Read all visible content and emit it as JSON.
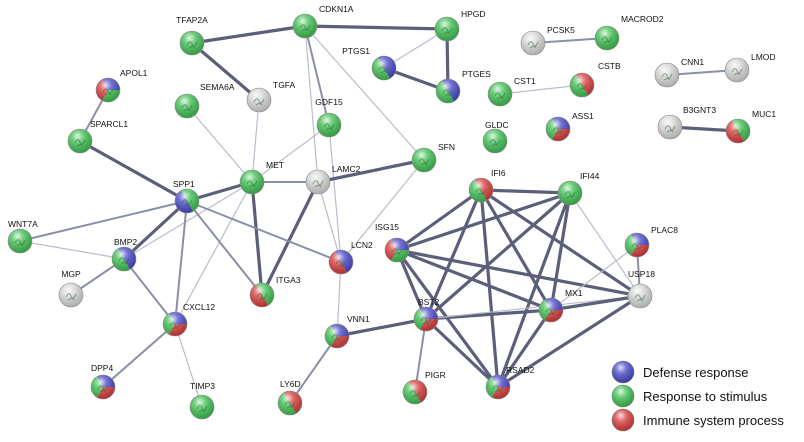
{
  "colors": {
    "defense": "#4848c8",
    "stimulus": "#3fbf52",
    "immune": "#d83c3c",
    "none": "#d6d6d6"
  },
  "nodes": [
    {
      "id": "TFAP2A",
      "label": "TFAP2A",
      "colors": [
        "stimulus"
      ]
    },
    {
      "id": "CDKN1A",
      "label": "CDKN1A",
      "colors": [
        "stimulus"
      ]
    },
    {
      "id": "HPGD",
      "label": "HPGD",
      "colors": [
        "stimulus"
      ]
    },
    {
      "id": "PCSK5",
      "label": "PCSK5",
      "colors": [
        "none"
      ]
    },
    {
      "id": "MACROD2",
      "label": "MACROD2",
      "colors": [
        "stimulus"
      ]
    },
    {
      "id": "CNN1",
      "label": "CNN1",
      "colors": [
        "none"
      ]
    },
    {
      "id": "LMOD",
      "label": "LMOD",
      "colors": [
        "none"
      ]
    },
    {
      "id": "APOL1",
      "label": "APOL1",
      "colors": [
        "defense",
        "stimulus",
        "immune"
      ]
    },
    {
      "id": "TGFA",
      "label": "TGFA",
      "colors": [
        "none"
      ]
    },
    {
      "id": "SEMA6A",
      "label": "SEMA6A",
      "colors": [
        "stimulus"
      ]
    },
    {
      "id": "PTGS1",
      "label": "PTGS1",
      "colors": [
        "defense",
        "stimulus"
      ]
    },
    {
      "id": "PTGES",
      "label": "PTGES",
      "colors": [
        "defense",
        "stimulus"
      ]
    },
    {
      "id": "CST1",
      "label": "CST1",
      "colors": [
        "stimulus"
      ]
    },
    {
      "id": "CSTB",
      "label": "CSTB",
      "colors": [
        "immune",
        "stimulus"
      ]
    },
    {
      "id": "B3GNT3",
      "label": "B3GNT3",
      "colors": [
        "none"
      ]
    },
    {
      "id": "MUC1",
      "label": "MUC1",
      "colors": [
        "stimulus",
        "immune"
      ]
    },
    {
      "id": "SPARCL1",
      "label": "SPARCL1",
      "colors": [
        "stimulus"
      ]
    },
    {
      "id": "GDF15",
      "label": "GDF15",
      "colors": [
        "stimulus"
      ]
    },
    {
      "id": "GLDC",
      "label": "GLDC",
      "colors": [
        "stimulus"
      ]
    },
    {
      "id": "ASS1",
      "label": "ASS1",
      "colors": [
        "defense",
        "immune",
        "stimulus"
      ]
    },
    {
      "id": "SFN",
      "label": "SFN",
      "colors": [
        "stimulus"
      ]
    },
    {
      "id": "LAMC2",
      "label": "LAMC2",
      "colors": [
        "none"
      ]
    },
    {
      "id": "MET",
      "label": "MET",
      "colors": [
        "stimulus"
      ]
    },
    {
      "id": "SPP1",
      "label": "SPP1",
      "colors": [
        "stimulus",
        "defense"
      ]
    },
    {
      "id": "IFI6",
      "label": "IFI6",
      "colors": [
        "immune",
        "stimulus"
      ]
    },
    {
      "id": "IFI44",
      "label": "IFI44",
      "colors": [
        "stimulus"
      ]
    },
    {
      "id": "WNT7A",
      "label": "WNT7A",
      "colors": [
        "stimulus"
      ]
    },
    {
      "id": "BMP2",
      "label": "BMP2",
      "colors": [
        "defense",
        "stimulus"
      ]
    },
    {
      "id": "ISG15",
      "label": "ISG15",
      "colors": [
        "defense",
        "stimulus",
        "immune"
      ]
    },
    {
      "id": "LCN2",
      "label": "LCN2",
      "colors": [
        "defense",
        "immune"
      ]
    },
    {
      "id": "PLAC8",
      "label": "PLAC8",
      "colors": [
        "defense",
        "immune",
        "stimulus"
      ]
    },
    {
      "id": "USP18",
      "label": "USP18",
      "colors": [
        "none"
      ]
    },
    {
      "id": "MGP",
      "label": "MGP",
      "colors": [
        "none"
      ]
    },
    {
      "id": "ITGA3",
      "label": "ITGA3",
      "colors": [
        "stimulus",
        "immune"
      ]
    },
    {
      "id": "BST2",
      "label": "BST2",
      "colors": [
        "defense",
        "immune",
        "stimulus"
      ]
    },
    {
      "id": "MX1",
      "label": "MX1",
      "colors": [
        "defense",
        "immune",
        "stimulus"
      ]
    },
    {
      "id": "CXCL12",
      "label": "CXCL12",
      "colors": [
        "defense",
        "immune",
        "stimulus"
      ]
    },
    {
      "id": "VNN1",
      "label": "VNN1",
      "colors": [
        "defense",
        "immune",
        "stimulus"
      ]
    },
    {
      "id": "DPP4",
      "label": "DPP4",
      "colors": [
        "defense",
        "immune",
        "stimulus"
      ]
    },
    {
      "id": "LY6D",
      "label": "LY6D",
      "colors": [
        "immune",
        "stimulus"
      ]
    },
    {
      "id": "PIGR",
      "label": "PIGR",
      "colors": [
        "immune",
        "stimulus"
      ]
    },
    {
      "id": "RSAD2",
      "label": "RSAD2",
      "colors": [
        "defense",
        "immune",
        "stimulus"
      ]
    },
    {
      "id": "TIMP3",
      "label": "TIMP3",
      "colors": [
        "stimulus"
      ]
    }
  ],
  "edges": [
    [
      "TFAP2A",
      "CDKN1A",
      "strong"
    ],
    [
      "CDKN1A",
      "HPGD",
      "strong"
    ],
    [
      "TFAP2A",
      "TGFA",
      "strong"
    ],
    [
      "CDKN1A",
      "GDF15",
      "medium"
    ],
    [
      "CDKN1A",
      "SFN",
      "light"
    ],
    [
      "CDKN1A",
      "LAMC2",
      "light"
    ],
    [
      "PCSK5",
      "MACROD2",
      "medium"
    ],
    [
      "CNN1",
      "LMOD",
      "medium"
    ],
    [
      "B3GNT3",
      "MUC1",
      "strong"
    ],
    [
      "CST1",
      "CSTB",
      "light"
    ],
    [
      "PTGS1",
      "PTGES",
      "strong"
    ],
    [
      "HPGD",
      "PTGES",
      "strong"
    ],
    [
      "HPGD",
      "PTGS1",
      "light"
    ],
    [
      "APOL1",
      "SPARCL1",
      "medium"
    ],
    [
      "SPARCL1",
      "SPP1",
      "strong"
    ],
    [
      "TGFA",
      "MET",
      "light"
    ],
    [
      "SEMA6A",
      "MET",
      "light"
    ],
    [
      "GDF15",
      "MET",
      "light"
    ],
    [
      "GDF15",
      "LCN2",
      "light"
    ],
    [
      "MET",
      "SPP1",
      "strong"
    ],
    [
      "MET",
      "LAMC2",
      "medium"
    ],
    [
      "MET",
      "ITGA3",
      "strong"
    ],
    [
      "MET",
      "CXCL12",
      "light"
    ],
    [
      "MET",
      "BMP2",
      "light"
    ],
    [
      "LAMC2",
      "SFN",
      "strong"
    ],
    [
      "LAMC2",
      "ITGA3",
      "strong"
    ],
    [
      "LAMC2",
      "LCN2",
      "light"
    ],
    [
      "SFN",
      "LCN2",
      "light"
    ],
    [
      "SPP1",
      "BMP2",
      "strong"
    ],
    [
      "SPP1",
      "CXCL12",
      "medium"
    ],
    [
      "SPP1",
      "ITGA3",
      "medium"
    ],
    [
      "SPP1",
      "LCN2",
      "medium"
    ],
    [
      "SPP1",
      "WNT7A",
      "medium"
    ],
    [
      "BMP2",
      "MGP",
      "medium"
    ],
    [
      "BMP2",
      "WNT7A",
      "light"
    ],
    [
      "BMP2",
      "CXCL12",
      "medium"
    ],
    [
      "CXCL12",
      "DPP4",
      "medium"
    ],
    [
      "CXCL12",
      "TIMP3",
      "light"
    ],
    [
      "LCN2",
      "VNN1",
      "light"
    ],
    [
      "VNN1",
      "LY6D",
      "medium"
    ],
    [
      "VNN1",
      "BST2",
      "strong"
    ],
    [
      "BST2",
      "PIGR",
      "medium"
    ],
    [
      "ISG15",
      "IFI6",
      "strong"
    ],
    [
      "ISG15",
      "IFI44",
      "strong"
    ],
    [
      "ISG15",
      "BST2",
      "strong"
    ],
    [
      "ISG15",
      "MX1",
      "strong"
    ],
    [
      "ISG15",
      "RSAD2",
      "strong"
    ],
    [
      "ISG15",
      "USP18",
      "strong"
    ],
    [
      "IFI6",
      "IFI44",
      "strong"
    ],
    [
      "IFI6",
      "BST2",
      "strong"
    ],
    [
      "IFI6",
      "MX1",
      "strong"
    ],
    [
      "IFI6",
      "RSAD2",
      "strong"
    ],
    [
      "IFI6",
      "USP18",
      "strong"
    ],
    [
      "IFI44",
      "BST2",
      "strong"
    ],
    [
      "IFI44",
      "MX1",
      "strong"
    ],
    [
      "IFI44",
      "RSAD2",
      "strong"
    ],
    [
      "IFI44",
      "USP18",
      "light"
    ],
    [
      "BST2",
      "MX1",
      "strong"
    ],
    [
      "BST2",
      "RSAD2",
      "strong"
    ],
    [
      "BST2",
      "USP18",
      "light"
    ],
    [
      "MX1",
      "RSAD2",
      "strong"
    ],
    [
      "MX1",
      "USP18",
      "strong"
    ],
    [
      "RSAD2",
      "USP18",
      "strong"
    ],
    [
      "PLAC8",
      "USP18",
      "medium"
    ],
    [
      "PLAC8",
      "MX1",
      "light"
    ]
  ],
  "legend": [
    {
      "color": "defense",
      "label": "Defense response"
    },
    {
      "color": "stimulus",
      "label": "Response to stimulus"
    },
    {
      "color": "immune",
      "label": "Immune system process"
    }
  ]
}
